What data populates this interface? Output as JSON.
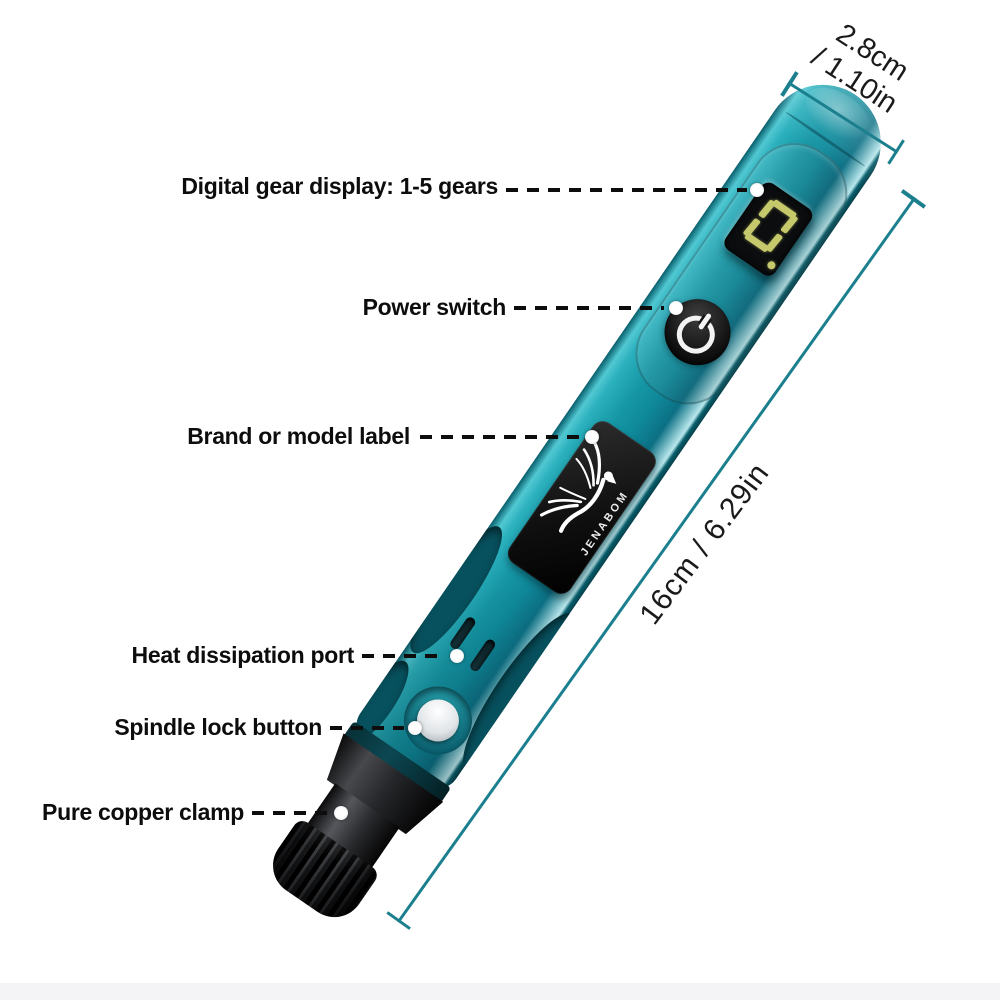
{
  "callouts": [
    {
      "label": "Digital gear display: 1-5 gears"
    },
    {
      "label": "Power switch"
    },
    {
      "label": "Brand or model label"
    },
    {
      "label": "Heat dissipation port"
    },
    {
      "label": "Spindle lock button"
    },
    {
      "label": "Pure copper clamp"
    }
  ],
  "dimensions": {
    "diameter_cm": "2.8cm",
    "diameter_in": "/ 1.10in",
    "length": "16cm / 6.29in"
  },
  "device": {
    "brand_text": "JENABOM",
    "display_digit": "0",
    "icons": {
      "power": "power-icon",
      "brand_logo": "eagle-icon"
    }
  },
  "colors": {
    "body-teal": "#1697a6",
    "body-teal-light": "#3fc0ca",
    "body-teal-dark": "#075d6b",
    "dimension-line": "#1b7f8e",
    "display-segment": "#c6c96b",
    "callout-text": "#0d0d0d",
    "label-black": "#101010"
  }
}
